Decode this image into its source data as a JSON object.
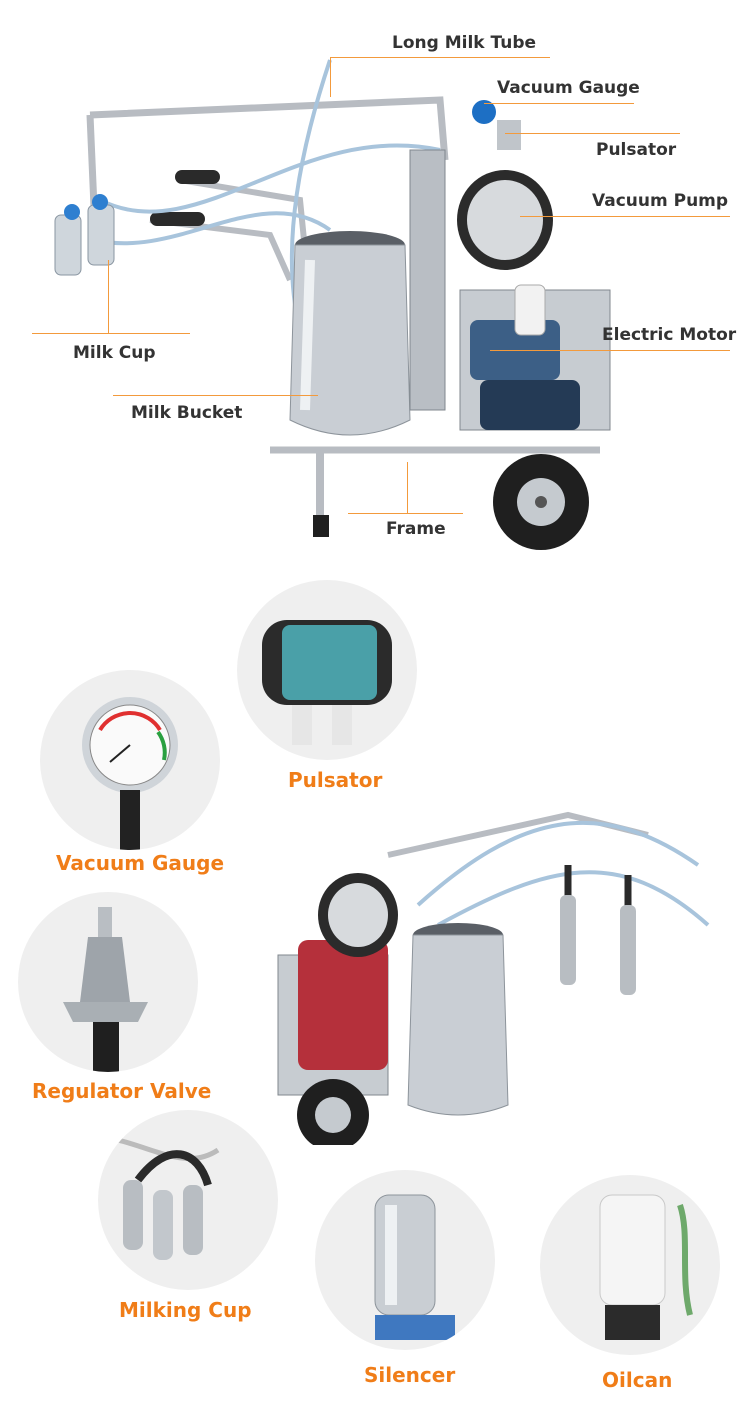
{
  "top_labels": {
    "long_milk_tube": "Long Milk Tube",
    "vacuum_gauge": "Vacuum Gauge",
    "pulsator": "Pulsator",
    "vacuum_pump": "Vacuum Pump",
    "electric_motor": "Electric Motor",
    "milk_cup": "Milk Cup",
    "milk_bucket": "Milk Bucket",
    "frame": "Frame"
  },
  "detail_labels": {
    "pulsator": "Pulsator",
    "vacuum_gauge": "Vacuum Gauge",
    "regulator_valve": "Regulator Valve",
    "milking_cup": "Milking Cup",
    "silencer": "Silencer",
    "oilcan": "Oilcan"
  },
  "colors": {
    "accent": "#f07d18",
    "callout": "#f39a3c",
    "text": "#333333"
  }
}
